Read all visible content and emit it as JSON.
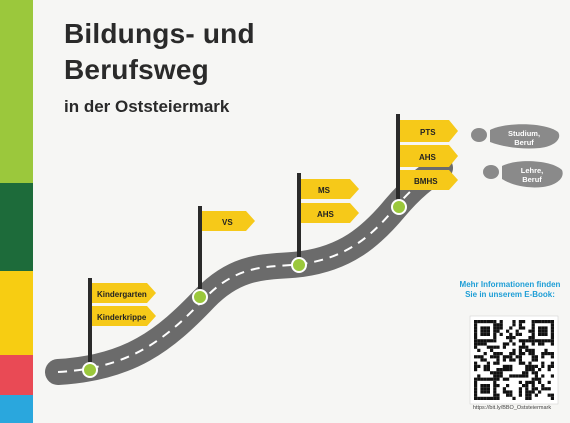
{
  "title_line1": "Bildungs- und",
  "title_line2": "Berufsweg",
  "subtitle": "in der Oststeiermark",
  "stripe_colors": [
    "#9bc83c",
    "#1d6b3a",
    "#f7cd12",
    "#e94a55",
    "#2aa7dd"
  ],
  "accent_colors": {
    "sign": "#f6c919",
    "road": "#6b6b6b",
    "marker": "#9bc83c",
    "info": "#1e9ed6"
  },
  "stations": [
    {
      "signs": [
        "Kindergarten",
        "Kinderkrippe"
      ]
    },
    {
      "signs": [
        "VS"
      ]
    },
    {
      "signs": [
        "MS",
        "AHS"
      ]
    },
    {
      "signs": [
        "PTS",
        "AHS",
        "BMHS"
      ]
    }
  ],
  "footprints": [
    "Studium, Beruf",
    "Lehre, Beruf"
  ],
  "info_text": "Mehr Informationen finden Sie in unserem E-Book:",
  "qr_url": "https://bit.ly/BBO_Oststeiermark"
}
